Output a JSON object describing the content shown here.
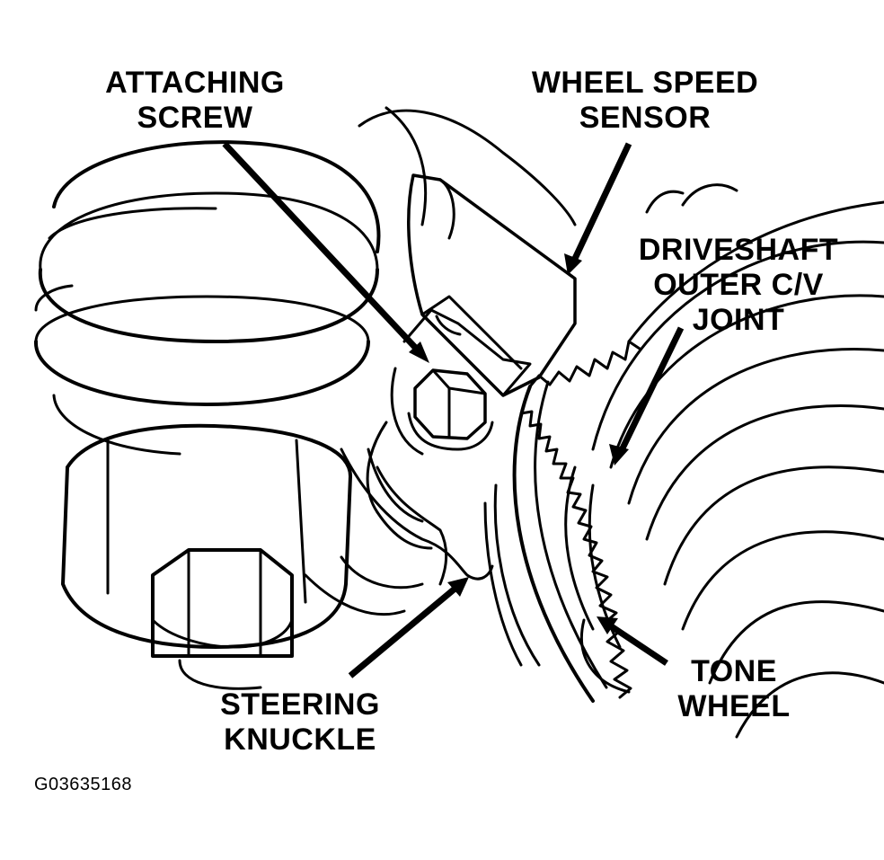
{
  "labels": {
    "attaching_screw": [
      "ATTACHING",
      "SCREW"
    ],
    "wheel_speed_sensor": [
      "WHEEL SPEED",
      "SENSOR"
    ],
    "driveshaft_joint": [
      "DRIVESHAFT",
      "OUTER C/V",
      "JOINT"
    ],
    "tone_wheel": [
      "TONE",
      "WHEEL"
    ],
    "steering_knuckle": [
      "STEERING",
      "KNUCKLE"
    ]
  },
  "figure_id": "G03635168",
  "colors": {
    "ink": "#000000",
    "paper": "#ffffff"
  }
}
